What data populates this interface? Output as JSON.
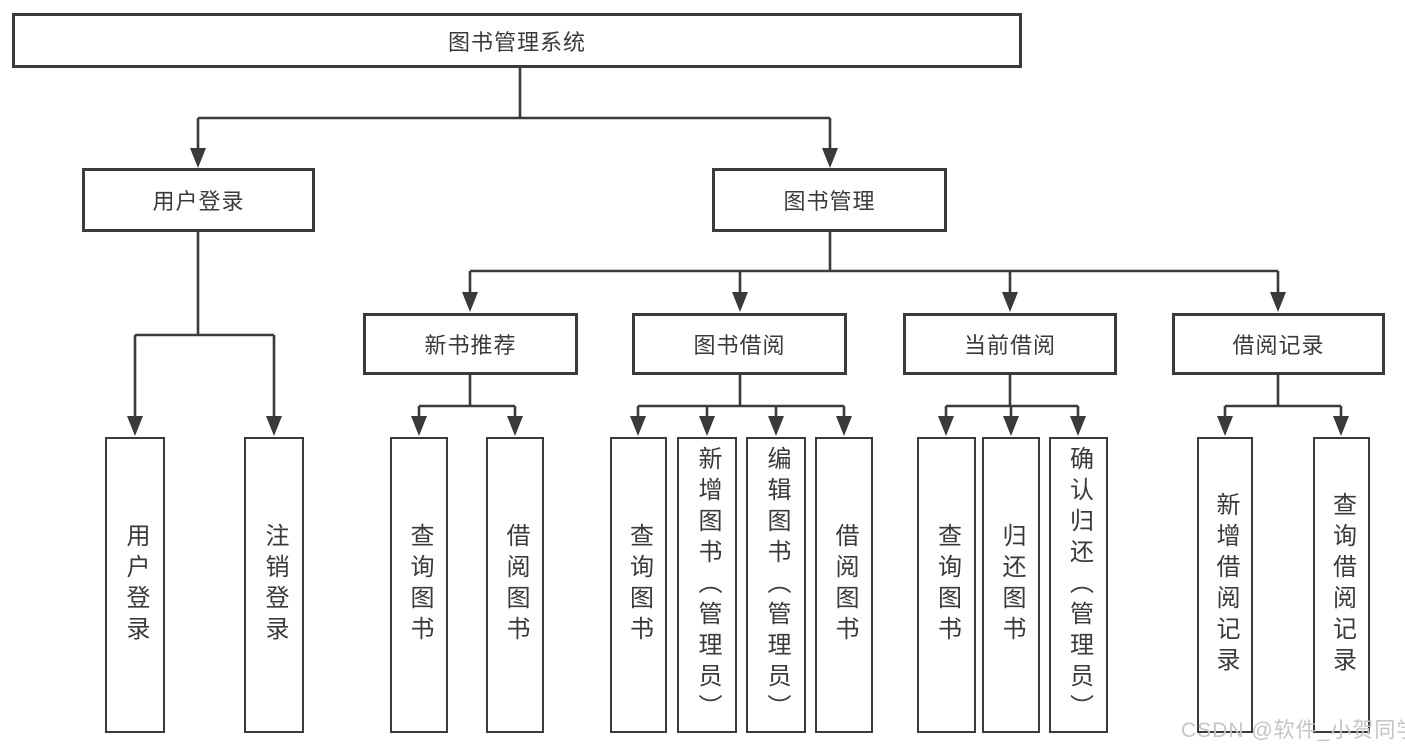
{
  "tree": {
    "label": "图书管理系统",
    "children": [
      {
        "label": "用户登录",
        "children": [
          {
            "label": "用户登录"
          },
          {
            "label": "注销登录"
          }
        ]
      },
      {
        "label": "图书管理",
        "children": [
          {
            "label": "新书推荐",
            "children": [
              {
                "label": "查询图书"
              },
              {
                "label": "借阅图书"
              }
            ]
          },
          {
            "label": "图书借阅",
            "children": [
              {
                "label": "查询图书"
              },
              {
                "label": "新增图书（管理员）"
              },
              {
                "label": "编辑图书（管理员）"
              },
              {
                "label": "借阅图书"
              }
            ]
          },
          {
            "label": "当前借阅",
            "children": [
              {
                "label": "查询图书"
              },
              {
                "label": "归还图书"
              },
              {
                "label": "确认归还（管理员）"
              }
            ]
          },
          {
            "label": "借阅记录",
            "children": [
              {
                "label": "新增借阅记录"
              },
              {
                "label": "查询借阅记录"
              }
            ]
          }
        ]
      }
    ]
  },
  "watermark": {
    "text": "CSDN @软件_小贺同学"
  },
  "colors": {
    "line": "#3a3a3a",
    "text": "#3a3a3a",
    "box_background": "#ffffff",
    "watermark": "#c5c5c5"
  }
}
